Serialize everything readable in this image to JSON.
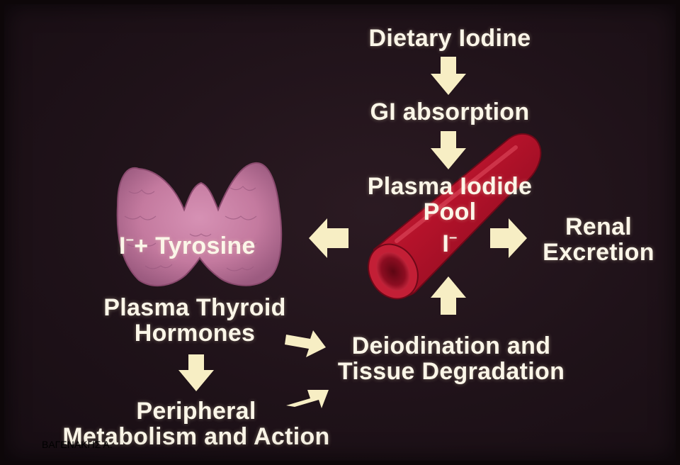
{
  "diagram": {
    "dietary_iodine": "Dietary Iodine",
    "gi_absorption": "GI absorption",
    "plasma_iodide_pool": [
      "Plasma Iodide",
      "Pool"
    ],
    "iodide_symbol": "I",
    "iodide_charge": "–",
    "renal_excretion": [
      "Renal",
      "Excretion"
    ],
    "tyrosine": {
      "iodide": "I",
      "charge": "–",
      "rest": "+ Tyrosine"
    },
    "plasma_thyroid_hormones": [
      "Plasma Thyroid",
      "Hormones"
    ],
    "deiodination": [
      "Deiodination and",
      "Tissue Degradation"
    ],
    "peripheral": [
      "Peripheral",
      "Metabolism and Action"
    ],
    "credit": "ΒΑΓΕΝΑΚΗΣ Α."
  },
  "colors": {
    "arrow": "#f7eec4",
    "background": "#1f1219",
    "vessel": "#b3122a",
    "gland": "#c67aa0"
  }
}
